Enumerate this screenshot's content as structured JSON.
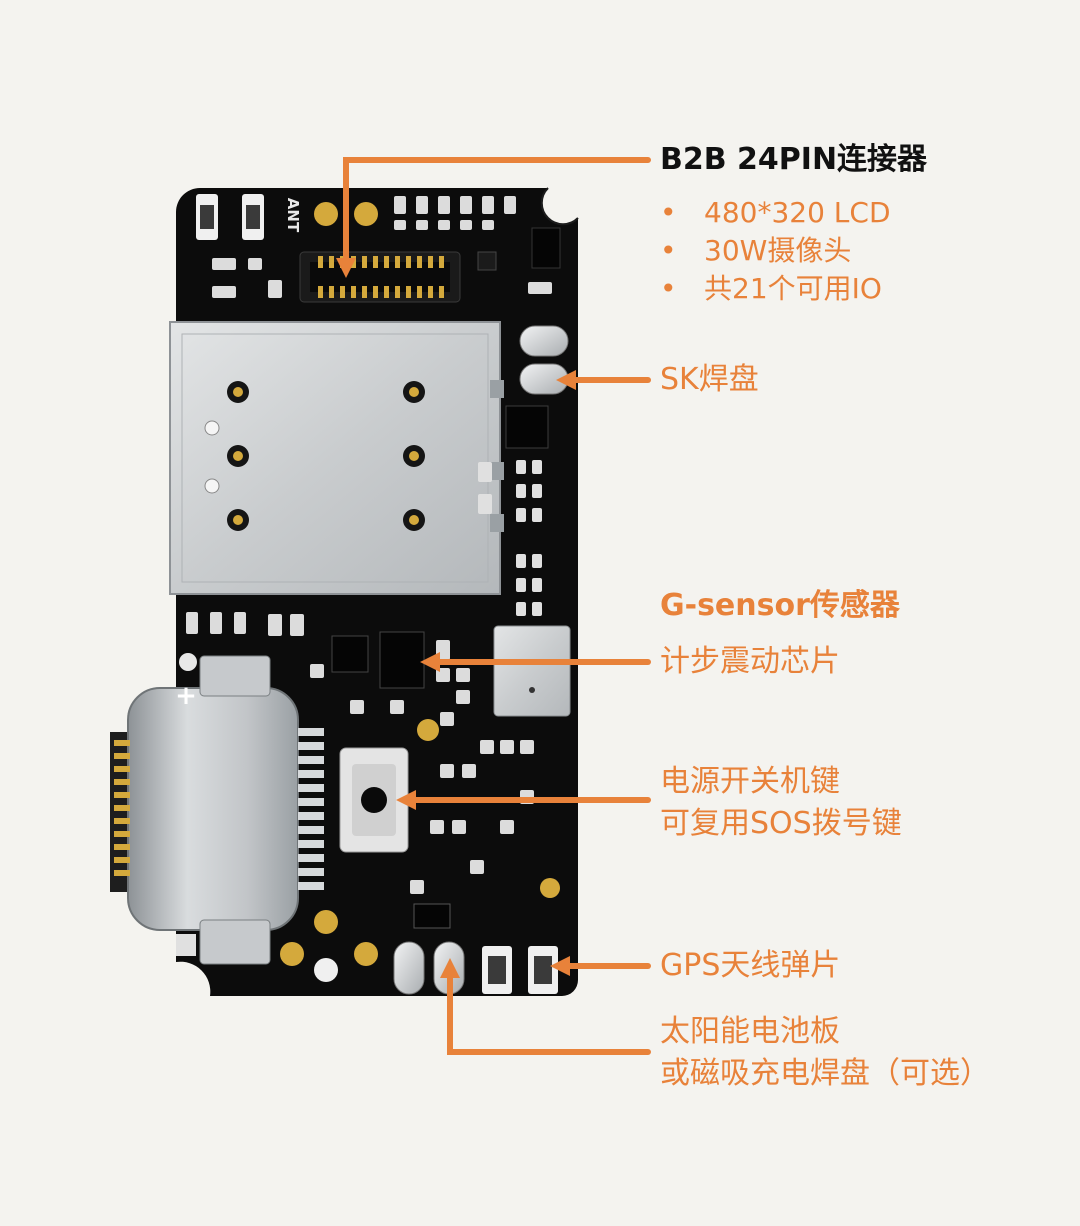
{
  "colors": {
    "accent": "#e8823a",
    "background": "#f4f3ef",
    "board": "#111111",
    "text_dark": "#111111",
    "shield": "#cfd2d4",
    "gold": "#d4a93c"
  },
  "board_text": {
    "ant": "ANT",
    "plus": "+"
  },
  "callouts": {
    "b2b": {
      "title": "B2B 24PIN连接器",
      "bullets": [
        "480*320 LCD",
        "30W摄像头",
        "共21个可用IO"
      ]
    },
    "sk": "SK焊盘",
    "gsensor": {
      "title": "G-sensor传感器",
      "subtitle": "计步震动芯片"
    },
    "power_button": [
      "电源开关机键",
      "可复用SOS拨号键"
    ],
    "gps": "GPS天线弹片",
    "solar": [
      "太阳能电池板",
      "或磁吸充电焊盘（可选）"
    ]
  }
}
